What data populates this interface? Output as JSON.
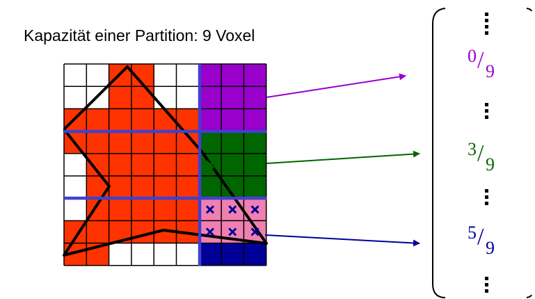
{
  "caption": "Kapazität einer Partition: 9 Voxel",
  "colors": {
    "occupied": "#ff3300",
    "empty": "#ffffff",
    "partition_lines": "#4040d0",
    "purple": "#9900cc",
    "green": "#006600",
    "navy": "#000099",
    "pink": "#f080b0"
  },
  "fractions": [
    {
      "numerator": "0",
      "denominator": "9",
      "color": "#9900cc"
    },
    {
      "numerator": "3",
      "denominator": "9",
      "color": "#006600"
    },
    {
      "numerator": "5",
      "denominator": "9",
      "color": "#000099"
    }
  ],
  "grid": {
    "rows": 9,
    "cols": 9,
    "cells": [
      "wwrrwwPPP",
      "wwrrwwPPP",
      "rrrrrrPPP",
      "rrrrrrGGG",
      "wrrrrrgGG",
      "wrrrrrgGG",
      "wrrrrrpppN",
      "rrrrrrpppN",
      "rrwwwwNNN"
    ]
  }
}
